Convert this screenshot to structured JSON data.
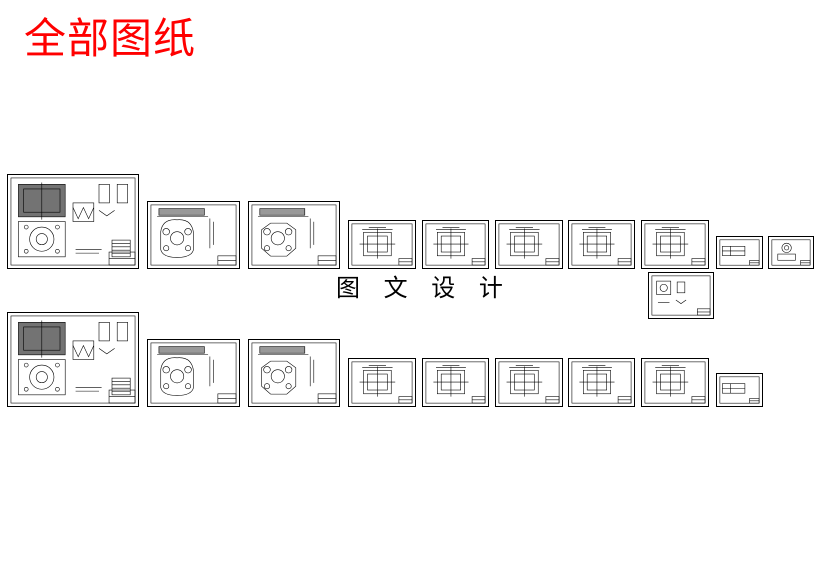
{
  "page": {
    "title": "全部图纸",
    "caption": "图 文 设 计",
    "title_color": "#ff0000",
    "line_color": "#000000"
  },
  "sheets": [
    {
      "id": "r1-assembly",
      "kind": "assembly"
    },
    {
      "id": "r1-plate-a",
      "kind": "plate"
    },
    {
      "id": "r1-plate-b",
      "kind": "plate2"
    },
    {
      "id": "r1-part-1",
      "kind": "part"
    },
    {
      "id": "r1-part-2",
      "kind": "part"
    },
    {
      "id": "r1-part-3",
      "kind": "part"
    },
    {
      "id": "r1-part-4",
      "kind": "part"
    },
    {
      "id": "r1-part-5",
      "kind": "part"
    },
    {
      "id": "r1-small-1",
      "kind": "small"
    },
    {
      "id": "r1-small-2",
      "kind": "small2"
    },
    {
      "id": "r1-detail",
      "kind": "detail"
    },
    {
      "id": "r2-assembly",
      "kind": "assembly"
    },
    {
      "id": "r2-plate-a",
      "kind": "plate"
    },
    {
      "id": "r2-plate-b",
      "kind": "plate2"
    },
    {
      "id": "r2-part-1",
      "kind": "part"
    },
    {
      "id": "r2-part-2",
      "kind": "part"
    },
    {
      "id": "r2-part-3",
      "kind": "part"
    },
    {
      "id": "r2-part-4",
      "kind": "part"
    },
    {
      "id": "r2-part-5",
      "kind": "part"
    },
    {
      "id": "r2-small-1",
      "kind": "small"
    }
  ]
}
